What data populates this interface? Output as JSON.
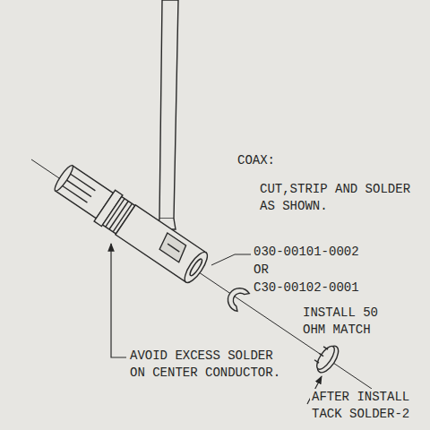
{
  "diagram": {
    "labels": [
      "COAX:",
      "CUT,STRIP AND SOLDER AS SHOWN.",
      "030-00101-0002",
      "OR",
      "C30-00102-0001",
      "INSTALL 50 OHM MATCH",
      "AVOID EXCESS SOLDER ON CENTER CONDUCTOR.",
      "AFTER INSTALL",
      "TACK SOLDER-2"
    ]
  }
}
